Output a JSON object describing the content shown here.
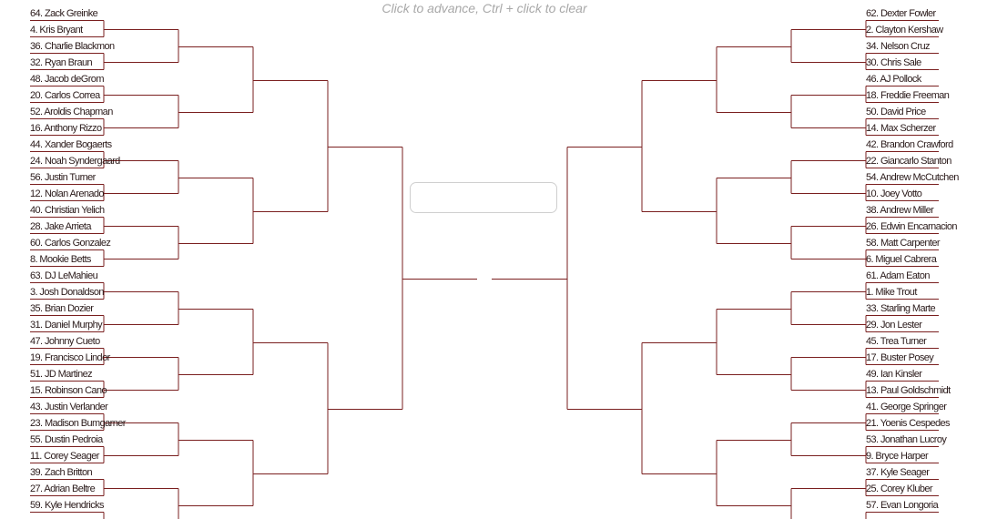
{
  "hint": "Click to advance, Ctrl + click to clear",
  "left_teams": [
    "64. Zack Greinke",
    "4. Kris Bryant",
    "36. Charlie Blackmon",
    "32. Ryan Braun",
    "48. Jacob deGrom",
    "20. Carlos Correa",
    "52. Aroldis Chapman",
    "16. Anthony Rizzo",
    "44. Xander Bogaerts",
    "24. Noah Syndergaard",
    "56. Justin Turner",
    "12. Nolan Arenado",
    "40. Christian Yelich",
    "28. Jake Arrieta",
    "60. Carlos Gonzalez",
    "8. Mookie Betts",
    "63. DJ LeMahieu",
    "3. Josh Donaldson",
    "35. Brian Dozier",
    "31. Daniel Murphy",
    "47. Johnny Cueto",
    "19. Francisco Lindor",
    "51. JD Martinez",
    "15. Robinson Cano",
    "43. Justin Verlander",
    "23. Madison Bumgarner",
    "55. Dustin Pedroia",
    "11. Corey Seager",
    "39. Zach Britton",
    "27. Adrian Beltre",
    "59. Kyle Hendricks"
  ],
  "right_teams": [
    "62. Dexter Fowler",
    "2. Clayton Kershaw",
    "34. Nelson Cruz",
    "30. Chris Sale",
    "46. AJ Pollock",
    "18. Freddie Freeman",
    "50. David Price",
    "14. Max Scherzer",
    "42. Brandon Crawford",
    "22. Giancarlo Stanton",
    "54. Andrew McCutchen",
    "10. Joey Votto",
    "38. Andrew Miller",
    "26. Edwin Encarnacion",
    "58. Matt Carpenter",
    "6. Miguel Cabrera",
    "61. Adam Eaton",
    "1. Mike Trout",
    "33. Starling Marte",
    "29. Jon Lester",
    "45. Trea Turner",
    "17. Buster Posey",
    "49. Ian Kinsler",
    "13. Paul Goldschmidt",
    "41. George Springer",
    "21. Yoenis Cespedes",
    "53. Jonathan Lucroy",
    "9. Bryce Harper",
    "37. Kyle Seager",
    "25. Corey Kluber",
    "57. Evan Longoria"
  ]
}
